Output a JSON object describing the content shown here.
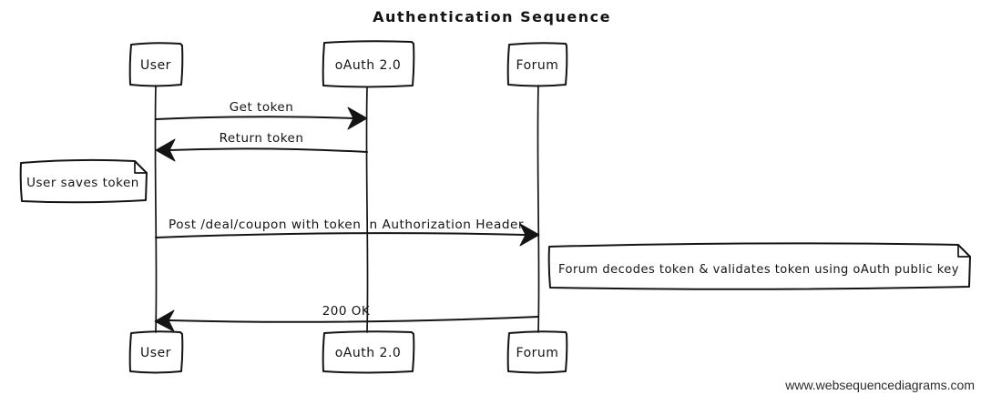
{
  "diagram": {
    "title": "Authentication Sequence",
    "watermark": "www.websequencediagrams.com",
    "colors": {
      "stroke": "#141414",
      "background": "#ffffff"
    },
    "actors": [
      {
        "id": "user",
        "label": "User"
      },
      {
        "id": "oauth",
        "label": "oAuth 2.0"
      },
      {
        "id": "forum",
        "label": "Forum"
      }
    ],
    "messages": [
      {
        "from": "User",
        "to": "oAuth 2.0",
        "label": "Get token"
      },
      {
        "from": "oAuth 2.0",
        "to": "User",
        "label": "Return token"
      },
      {
        "from": "User",
        "to": "Forum",
        "label": "Post /deal/coupon with token in Authorization Header"
      },
      {
        "from": "Forum",
        "to": "User",
        "label": "200 OK"
      }
    ],
    "notes": [
      {
        "attached_to": "User",
        "label": "User saves token"
      },
      {
        "attached_to": "Forum",
        "label": "Forum decodes token & validates token using oAuth public key"
      }
    ]
  }
}
